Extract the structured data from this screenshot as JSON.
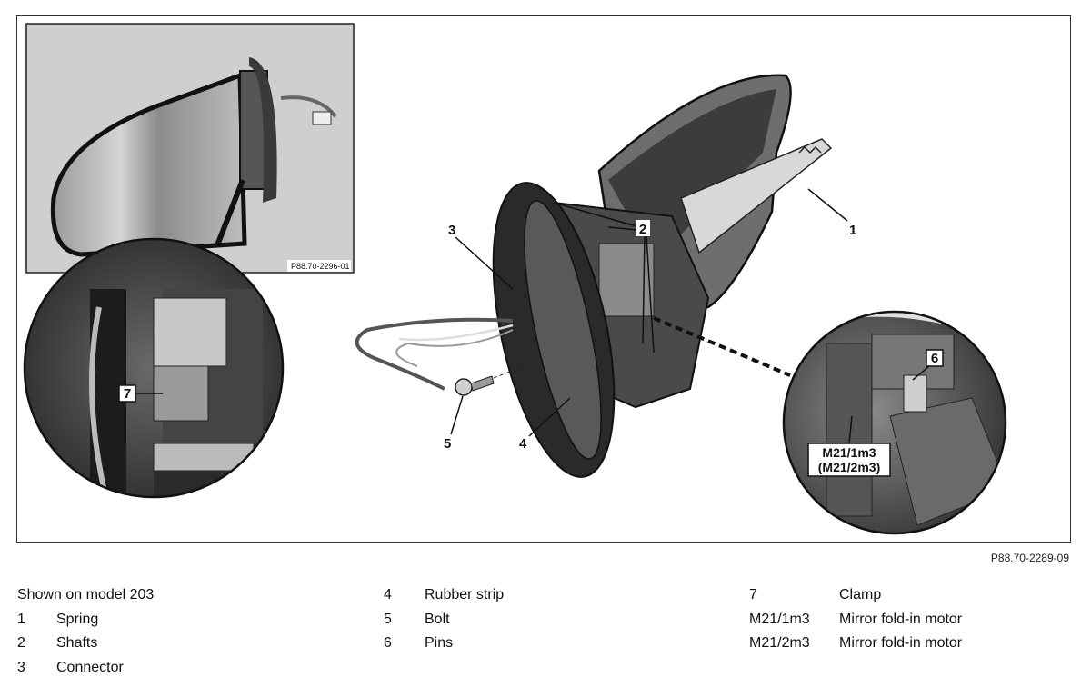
{
  "figure": {
    "inset_image_id": "P88.70-2296-01",
    "image_id": "P88.70-2289-09",
    "callouts": {
      "c1": "1",
      "c2": "2",
      "c3": "3",
      "c4": "4",
      "c5": "5",
      "c6": "6",
      "c7": "7",
      "motor_main": "M21/1m3",
      "motor_alt": "(M21/2m3)"
    }
  },
  "legend": {
    "intro": "Shown on model 203",
    "column1": [
      {
        "key": "1",
        "label": "Spring"
      },
      {
        "key": "2",
        "label": "Shafts"
      },
      {
        "key": "3",
        "label": "Connector"
      }
    ],
    "column2": [
      {
        "key": "4",
        "label": "Rubber strip"
      },
      {
        "key": "5",
        "label": "Bolt"
      },
      {
        "key": "6",
        "label": "Pins"
      }
    ],
    "column3": [
      {
        "key": "7",
        "label": "Clamp"
      },
      {
        "key": "M21/1m3",
        "label": "Mirror fold-in motor"
      },
      {
        "key": "M21/2m3",
        "label": "Mirror fold-in motor"
      }
    ]
  }
}
